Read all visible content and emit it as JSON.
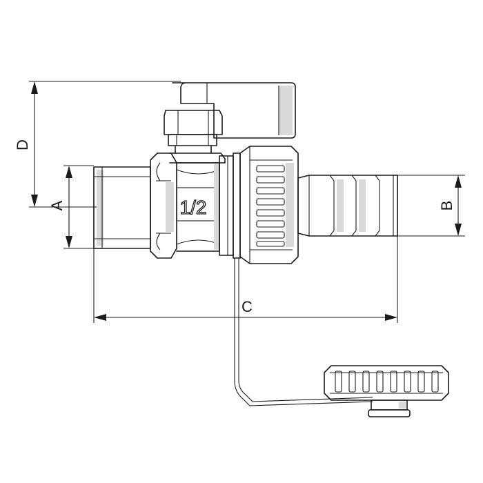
{
  "dimensions": {
    "a": "A",
    "b": "B",
    "c": "C",
    "d": "D"
  },
  "body_marking": "1/2"
}
